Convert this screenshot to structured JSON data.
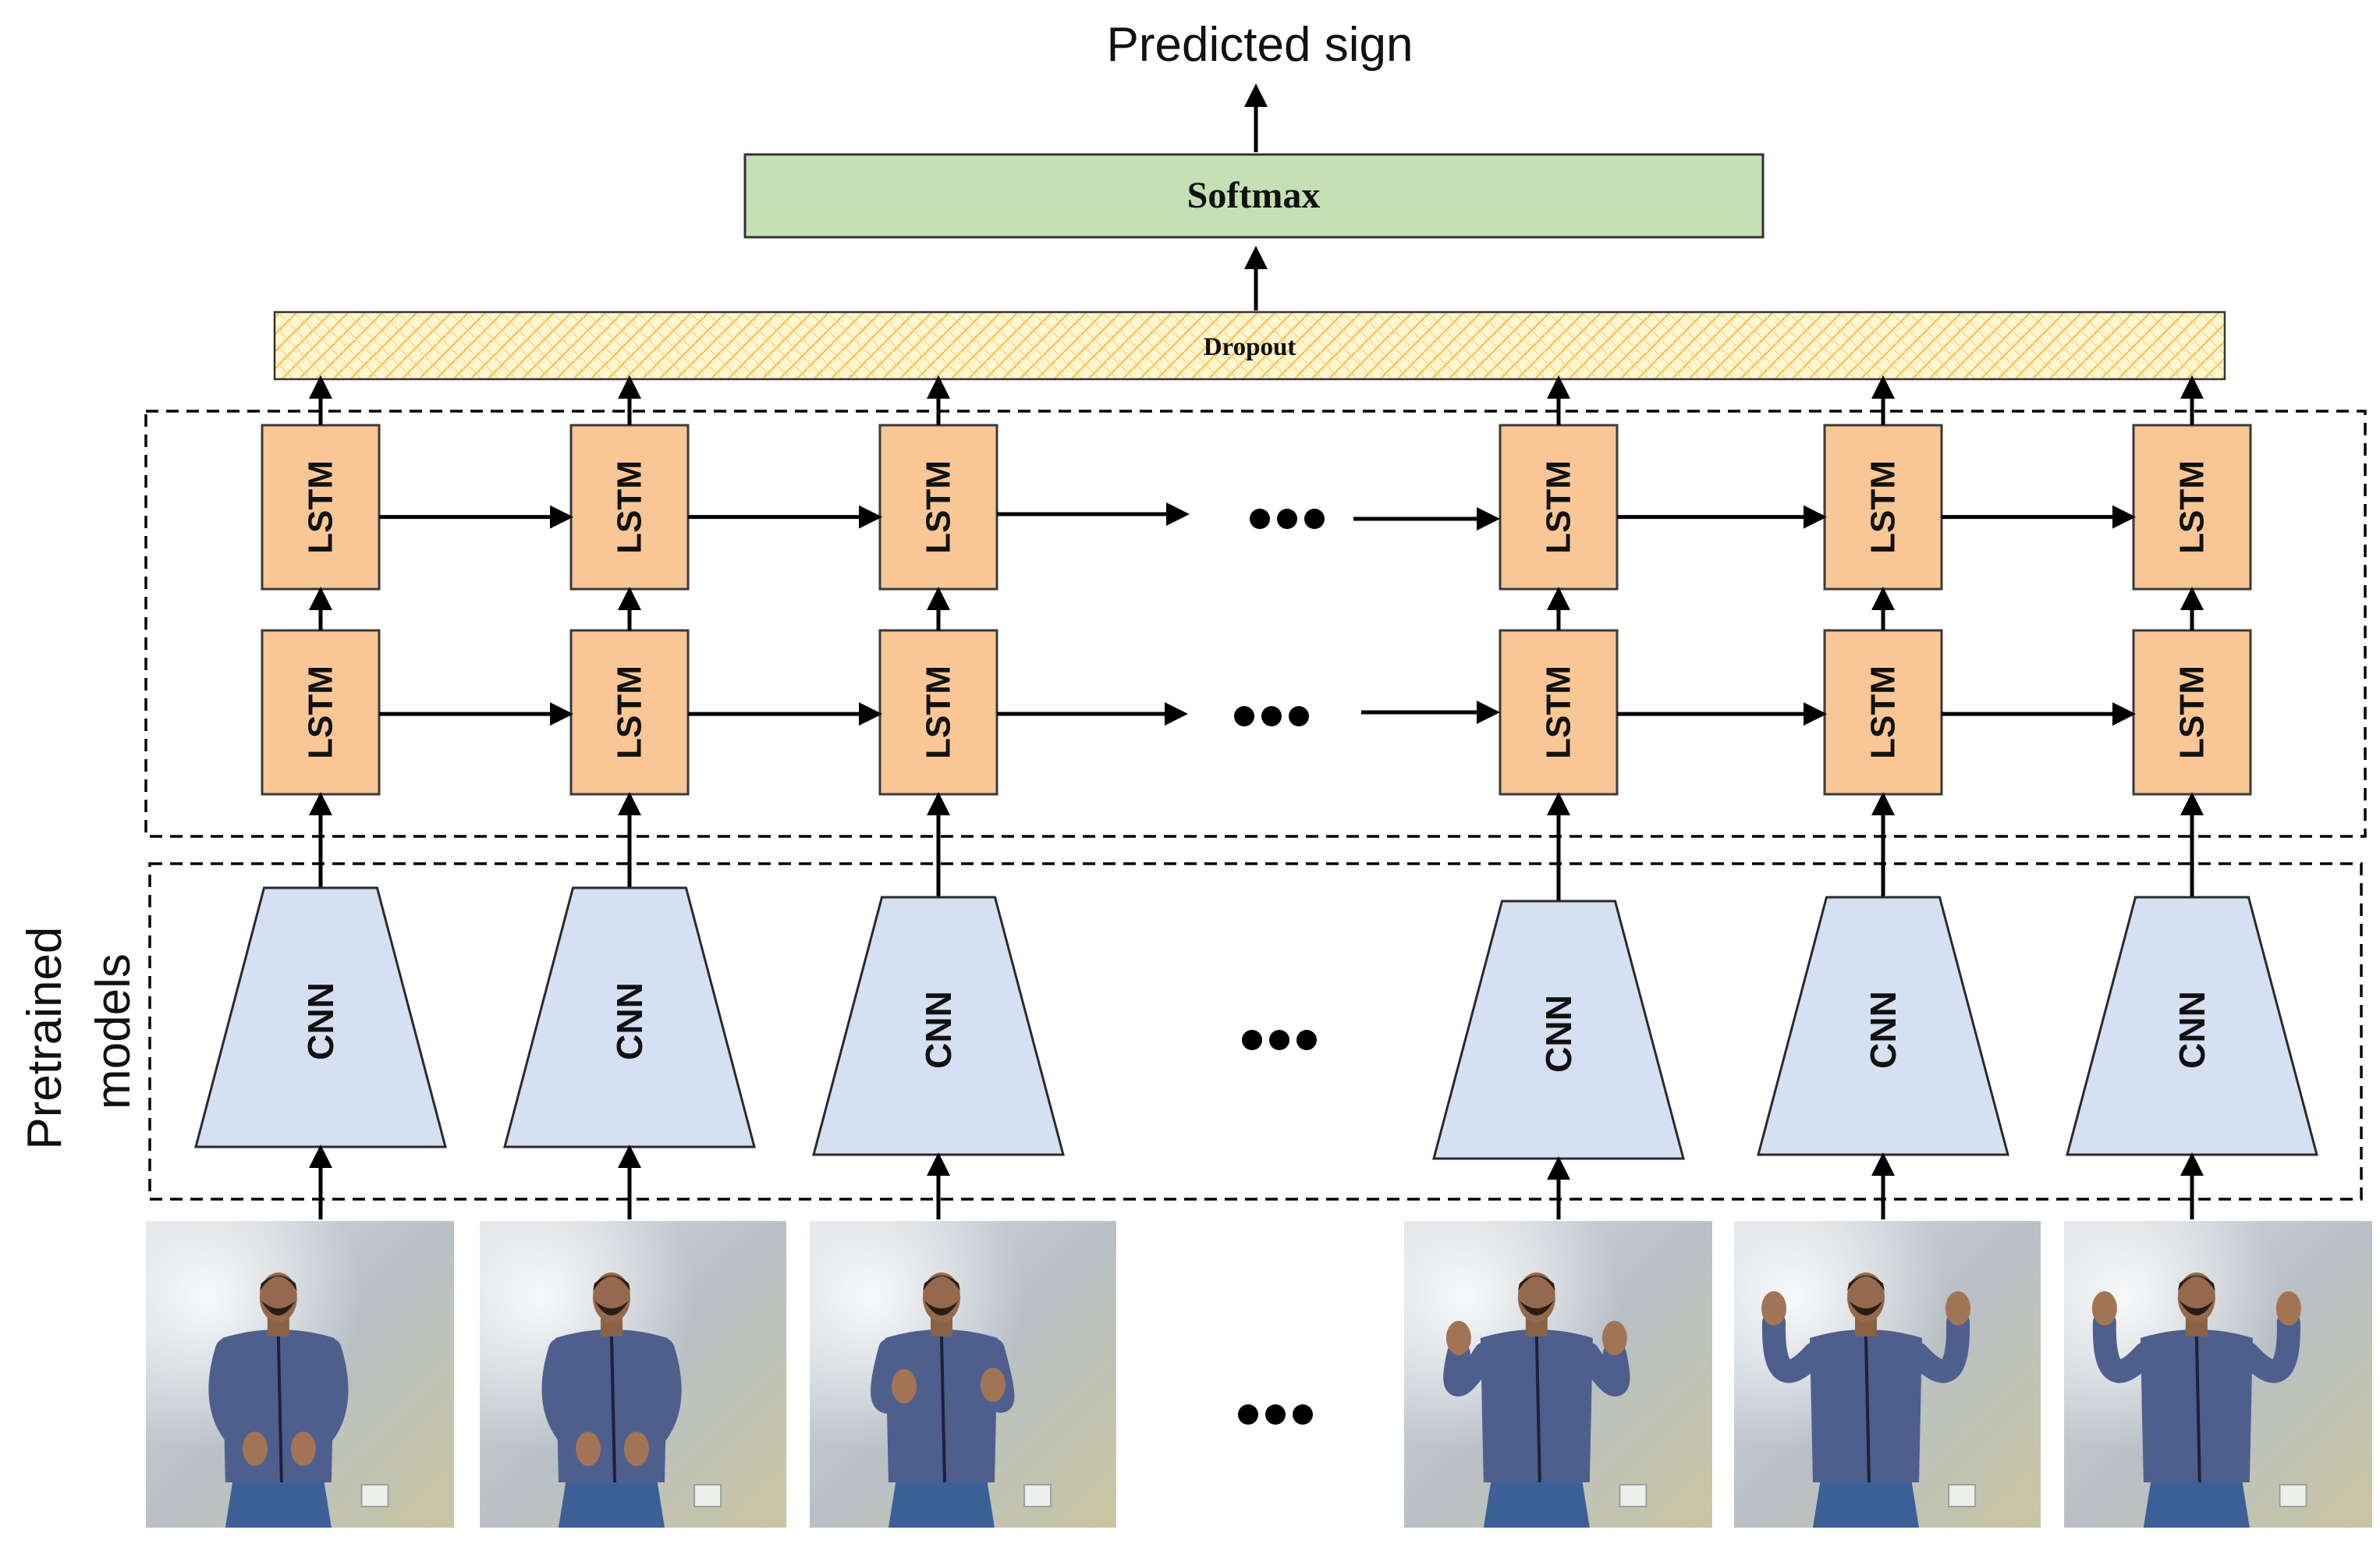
{
  "output_label": "Predicted sign",
  "softmax_label": "Softmax",
  "dropout_label": "Dropout",
  "lstm_label": "LSTM",
  "cnn_label": "CNN",
  "pretrained_label_line1": "Pretrained",
  "pretrained_label_line2": "models",
  "colors": {
    "softmax_fill": "#c4e0b4",
    "dropout_fill": "#fff6cf",
    "dropout_pattern": "#f3c35c",
    "lstm_fill": "#f9c795",
    "cnn_fill": "#d5e0f2",
    "frame_background": "#b8c0c6",
    "sweater": "#4e5f8e",
    "jeans": "#3d5f98"
  },
  "frames": [
    {
      "hands": "low"
    },
    {
      "hands": "low"
    },
    {
      "hands": "chest"
    },
    {
      "hands": "shoulder"
    },
    {
      "hands": "raised"
    },
    {
      "hands": "raised"
    }
  ]
}
